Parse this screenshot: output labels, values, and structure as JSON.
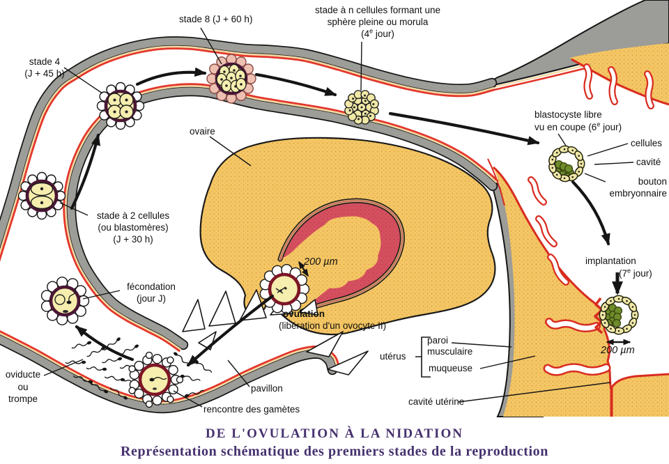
{
  "title": "DE L'OVULATION À LA NIDATION",
  "subtitle": "Représentation schématique des premiers stades de la reproduction",
  "labels": {
    "stade4_line1": "stade 4",
    "stade4_line2": "(J + 45 h)",
    "stade8": "stade 8 (J + 60 h)",
    "morula_line1": "stade à n cellules formant une",
    "morula_line2": "sphère pleine ou morula",
    "morula_day_pre": "(4",
    "sup_e": "e",
    "morula_day_post": " jour)",
    "ovaire": "ovaire",
    "blasto_line1": "blastocyste libre",
    "blasto_line2_pre": "vu en coupe (6",
    "blasto_line2_post": " jour)",
    "cellules": "cellules",
    "cavite": "cavité",
    "bouton_line1": "bouton",
    "bouton_line2": "embryonnaire",
    "implantation": "implantation",
    "implantation_day_pre": "(7",
    "implantation_day_post": " jour)",
    "scale_right": "200 µm",
    "stade2_line1": "stade à 2 cellules",
    "stade2_line2": "(ou blastomères)",
    "stade2_line3": "(J + 30 h)",
    "fecondation_line1": "fécondation",
    "fecondation_line2": "(jour J)",
    "ovulation": "ovulation",
    "ovulation_sub": "(libération d'un ovocyte II)",
    "scale_center": "200 µm",
    "oviducte_line1": "oviducte",
    "oviducte_line2": "ou",
    "oviducte_line3": "trompe",
    "rencontre": "rencontre des gamètes",
    "pavillon": "pavillon",
    "uterus": "utérus",
    "paroi_line1": "paroi",
    "paroi_line2": "musculaire",
    "muqueuse": "muqueuse",
    "cavite_uterine": "cavité utérine"
  },
  "colors": {
    "ovary_yellow": "#f4c766",
    "ovary_dot": "#e09c3a",
    "follicle_red": "#d5505f",
    "follicle_dot": "#bc3c50",
    "follicle_border_tan": "#c9a06a",
    "muscle_gray": "#9c9c98",
    "mucosa_red_line": "#d82c20",
    "tube_red_line": "#e3362b",
    "tube_cream_line": "#f3d9a2",
    "cell_yellow": "#f0e8a6",
    "egg_yellow": "#f6eeae",
    "zona_plum": "#4a1734",
    "zona_red": "#7d1626",
    "button_green": "#6e8c2b",
    "corona_pink": "#eec0b2",
    "title_purple": "#46316e",
    "ink": "#151515"
  }
}
